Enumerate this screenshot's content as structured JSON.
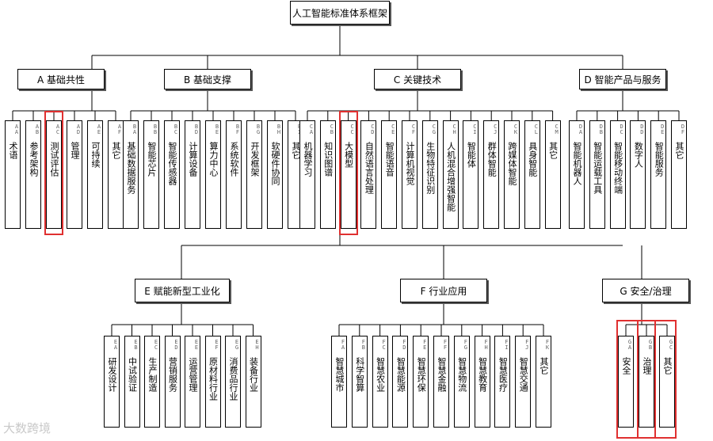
{
  "root": "人工智能标准体系框架",
  "highlight_color": "#e03030",
  "watermark": "大数跨境",
  "top_groups": [
    {
      "label": "A 基础共性",
      "items": [
        {
          "code": "AA",
          "label": "术语"
        },
        {
          "code": "AB",
          "label": "参考架构"
        },
        {
          "code": "AC",
          "label": "测试评估",
          "hl": true
        },
        {
          "code": "AD",
          "label": "管理"
        },
        {
          "code": "AE",
          "label": "可持续"
        },
        {
          "code": "AF",
          "label": "其它"
        }
      ]
    },
    {
      "label": "B 基础支撑",
      "items": [
        {
          "code": "BA",
          "label": "基础数据服务"
        },
        {
          "code": "BB",
          "label": "智能芯片"
        },
        {
          "code": "BC",
          "label": "智能传感器"
        },
        {
          "code": "BD",
          "label": "计算设备"
        },
        {
          "code": "BE",
          "label": "算力中心"
        },
        {
          "code": "BF",
          "label": "系统软件"
        },
        {
          "code": "BG",
          "label": "开发框架"
        },
        {
          "code": "BH",
          "label": "软硬件协同"
        },
        {
          "code": "BI",
          "label": "其它"
        }
      ]
    },
    {
      "label": "C 关键技术",
      "items": [
        {
          "code": "CA",
          "label": "机器学习"
        },
        {
          "code": "CB",
          "label": "知识图谱"
        },
        {
          "code": "CC",
          "label": "大模型",
          "hl": true
        },
        {
          "code": "CD",
          "label": "自然语言处理"
        },
        {
          "code": "CE",
          "label": "智能语音"
        },
        {
          "code": "CF",
          "label": "计算机视觉"
        },
        {
          "code": "CG",
          "label": "生物特征识别"
        },
        {
          "code": "CH",
          "label": "人机混合增强智能"
        },
        {
          "code": "CI",
          "label": "智能体"
        },
        {
          "code": "CJ",
          "label": "群体智能"
        },
        {
          "code": "CK",
          "label": "跨媒体智能"
        },
        {
          "code": "CL",
          "label": "具身智能"
        },
        {
          "code": "CM",
          "label": "其它"
        }
      ]
    },
    {
      "label": "D 智能产品与服务",
      "items": [
        {
          "code": "DA",
          "label": "智能机器人"
        },
        {
          "code": "DB",
          "label": "智能运载工具"
        },
        {
          "code": "DC",
          "label": "智能移动终端"
        },
        {
          "code": "DD",
          "label": "数字人"
        },
        {
          "code": "DE",
          "label": "智能服务",
          "hl": true
        },
        {
          "code": "DF",
          "label": "其它"
        }
      ]
    }
  ],
  "bottom_groups": [
    {
      "label": "E 赋能新型工业化",
      "items": [
        {
          "code": "EA",
          "label": "研发设计"
        },
        {
          "code": "EB",
          "label": "中试验证"
        },
        {
          "code": "EC",
          "label": "生产制造"
        },
        {
          "code": "ED",
          "label": "营销服务"
        },
        {
          "code": "EE",
          "label": "运营管理"
        },
        {
          "code": "EF",
          "label": "原材料行业"
        },
        {
          "code": "EG",
          "label": "消费品行业"
        },
        {
          "code": "EH",
          "label": "装备行业"
        }
      ]
    },
    {
      "label": "F 行业应用",
      "items": [
        {
          "code": "FA",
          "label": "智慧城市"
        },
        {
          "code": "FB",
          "label": "科学智算"
        },
        {
          "code": "FC",
          "label": "智慧农业"
        },
        {
          "code": "FD",
          "label": "智慧能源"
        },
        {
          "code": "FE",
          "label": "智慧环保"
        },
        {
          "code": "FF",
          "label": "智慧金融"
        },
        {
          "code": "FG",
          "label": "智慧物流"
        },
        {
          "code": "FH",
          "label": "智慧教育"
        },
        {
          "code": "FI",
          "label": "智慧医疗"
        },
        {
          "code": "FJ",
          "label": "智慧交通"
        },
        {
          "code": "FK",
          "label": "其它"
        }
      ]
    },
    {
      "label": "G 安全/治理",
      "items": [
        {
          "code": "GA",
          "label": "安全",
          "hl": true
        },
        {
          "code": "GB",
          "label": "治理",
          "hl": true
        },
        {
          "code": "GC",
          "label": "其它"
        }
      ]
    }
  ]
}
